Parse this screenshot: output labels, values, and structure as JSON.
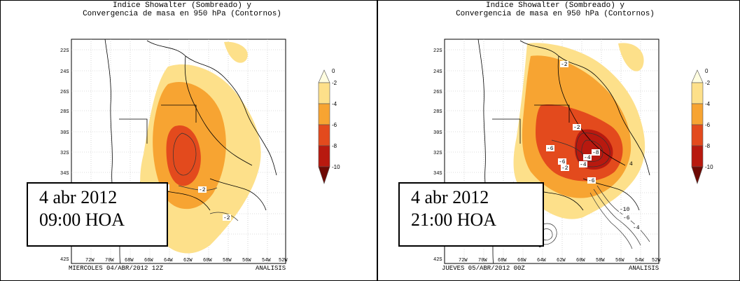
{
  "panels": [
    {
      "title_line1": "Indice Showalter (Sombreado) y",
      "title_line2": "Convergencia de masa en 950 hPa (Contornos)",
      "footer_left": "MIERCOLES  04/ABR/2012 12Z",
      "footer_right": "ANALISIS",
      "box_line1": "4 abr 2012",
      "box_line2": "09:00 HOA",
      "lat_labels": [
        "22S",
        "24S",
        "26S",
        "28S",
        "30S",
        "32S",
        "34S",
        "42S"
      ],
      "lon_labels": [
        "72W",
        "70W",
        "68W",
        "66W",
        "64W",
        "62W",
        "60W",
        "58W",
        "56W",
        "54W",
        "52W"
      ],
      "contour_labels": [
        "-2",
        "-2",
        "-2"
      ]
    },
    {
      "title_line1": "Indice Showalter (Sombreado) y",
      "title_line2": "Convergencia de masa en 950 hPa (Contornos)",
      "footer_left": "JUEVES  05/ABR/2012 00Z",
      "footer_right": "ANALISIS",
      "box_line1": "4 abr 2012",
      "box_line2": "21:00 HOA",
      "lat_labels": [
        "22S",
        "24S",
        "26S",
        "28S",
        "30S",
        "32S",
        "34S",
        "42S"
      ],
      "lon_labels": [
        "72W",
        "70W",
        "68W",
        "66W",
        "64W",
        "62W",
        "60W",
        "58W",
        "56W",
        "54W",
        "52W"
      ],
      "contour_labels": [
        "-2",
        "-2",
        "-6",
        "-6",
        "-8",
        "-4",
        "-4",
        "-2",
        "-6",
        "4",
        "-10",
        "-6",
        "-4",
        "-2",
        "-6"
      ]
    }
  ],
  "legend": {
    "labels": [
      "0",
      "-2",
      "-4",
      "-6",
      "-8",
      "-10"
    ],
    "colors": [
      "#fffde0",
      "#fde08a",
      "#f7a432",
      "#e34a1d",
      "#b8190f",
      "#6e0a05"
    ]
  }
}
